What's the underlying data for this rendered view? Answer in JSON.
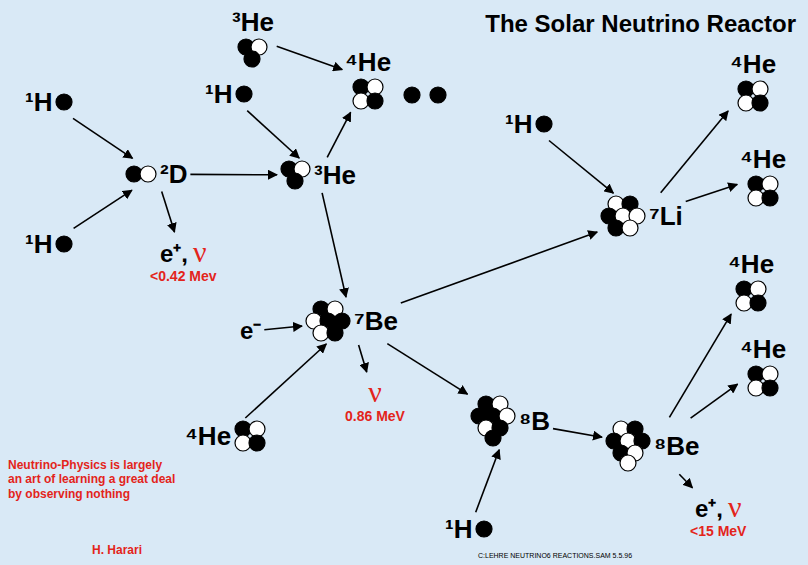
{
  "diagram": {
    "title": "The Solar Neutrino Reactor",
    "nodes": [
      {
        "text": [
          "³He"
        ]
      },
      {
        "text": [
          "⁴He"
        ]
      },
      {
        "text": [
          "⁴He"
        ]
      },
      {
        "text": [
          "¹H"
        ]
      },
      {
        "text": [
          "¹H"
        ]
      },
      {
        "text": [
          "¹H"
        ]
      },
      {
        "text": [
          "⁴He"
        ]
      },
      {
        "text": [
          "²D"
        ]
      },
      {
        "text": [
          "³He"
        ]
      },
      {
        "text": [
          "⁷Li"
        ]
      },
      {
        "text": [
          "¹H"
        ]
      },
      {
        "text": [
          "e⁺,",
          "ν",
          "<0.42 Mev"
        ]
      },
      {
        "text": [
          "⁴He"
        ]
      },
      {
        "text": [
          "⁷Be"
        ]
      },
      {
        "text": [
          "e⁻"
        ]
      },
      {
        "text": [
          "⁴He"
        ]
      },
      {
        "text": [
          "ν",
          "0.86 MeV"
        ]
      },
      {
        "text": [
          "⁸B"
        ]
      },
      {
        "text": [
          "⁴He"
        ]
      },
      {
        "text": [
          "⁸Be"
        ]
      },
      {
        "text": [
          "e⁺,",
          "ν",
          "<15 MeV"
        ]
      },
      {
        "text": [
          "¹H"
        ]
      }
    ],
    "edges": [
      {
        "from": 0,
        "to": 2,
        "arrow": "to"
      },
      {
        "from": 8,
        "to": 2,
        "arrow": "to"
      },
      {
        "from": 3,
        "to": 8,
        "arrow": "to"
      },
      {
        "from": 4,
        "to": 7,
        "arrow": "to"
      },
      {
        "from": 10,
        "to": 7,
        "arrow": "to"
      },
      {
        "from": 7,
        "to": 11,
        "arrow": "to"
      },
      {
        "from": 7,
        "to": 8,
        "arrow": "to"
      },
      {
        "from": 8,
        "to": 13,
        "arrow": "to"
      },
      {
        "from": 14,
        "to": 13,
        "arrow": "to"
      },
      {
        "from": 18,
        "to": 13,
        "arrow": "to"
      },
      {
        "from": 13,
        "to": 16,
        "arrow": "to"
      },
      {
        "from": 13,
        "to": 9,
        "arrow": "to"
      },
      {
        "from": 13,
        "to": 17,
        "arrow": "to"
      },
      {
        "from": 21,
        "to": 17,
        "arrow": "to"
      },
      {
        "from": 5,
        "to": 9,
        "arrow": "to"
      },
      {
        "from": 9,
        "to": 1,
        "arrow": "to"
      },
      {
        "from": 9,
        "to": 6,
        "arrow": "to"
      },
      {
        "from": 17,
        "to": 19,
        "arrow": "to"
      },
      {
        "from": 19,
        "to": 12,
        "arrow": "to"
      },
      {
        "from": 19,
        "to": 15,
        "arrow": "to"
      },
      {
        "from": 19,
        "to": 20,
        "arrow": "to"
      }
    ],
    "labels": [
      "Neutrino-Physics is largely an art of learning a great deal by observing nothing",
      "H. Harari",
      "C:LEHRE NEUTRINO6 REACTIONS.SAM 5.5.96"
    ]
  }
}
